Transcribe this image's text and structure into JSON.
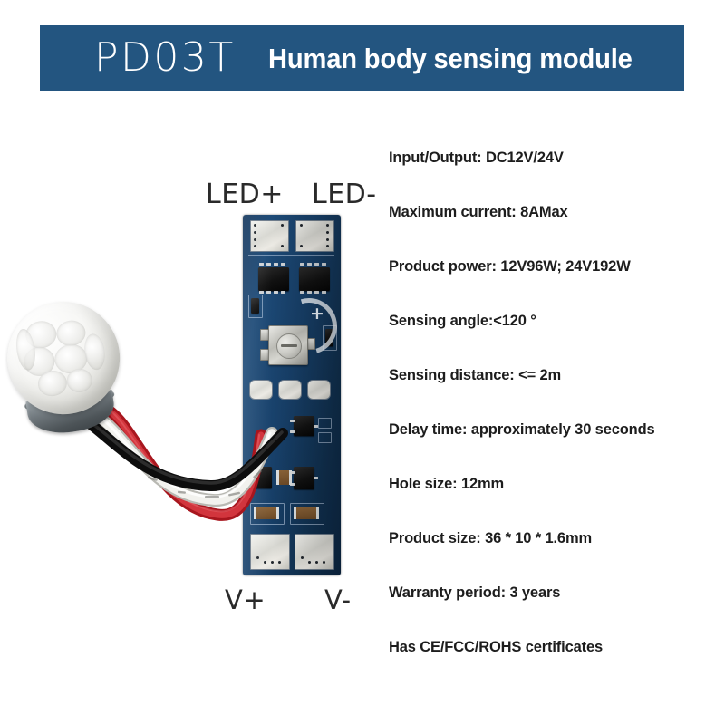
{
  "header": {
    "model": "PD03T",
    "subtitle": "Human body sensing module",
    "background_color": "#235580",
    "text_color": "#ffffff"
  },
  "product_image": {
    "board_labels": {
      "led_positive": "LED+",
      "led_negative": "LED-",
      "voltage_positive": "V+",
      "voltage_negative": "V-"
    },
    "components": {
      "sensor": "pir-dome-lens",
      "board": "pcb-module",
      "wires": [
        "red",
        "white",
        "black"
      ]
    },
    "colors": {
      "pcb": "#173f68",
      "wire_red": "#c8232c",
      "wire_white": "#f0f0ec",
      "wire_black": "#1a1a1a",
      "dome": "#f3f3f0"
    }
  },
  "specs": [
    "Input/Output: DC12V/24V",
    "Maximum current: 8AMax",
    "Product power: 12V96W; 24V192W",
    "Sensing angle:<120 °",
    "Sensing distance: <= 2m",
    "Delay time: approximately 30 seconds",
    "Hole size: 12mm",
    "Product size: 36 * 10 * 1.6mm",
    "Warranty period: 3 years",
    "Has CE/FCC/ROHS certificates"
  ]
}
